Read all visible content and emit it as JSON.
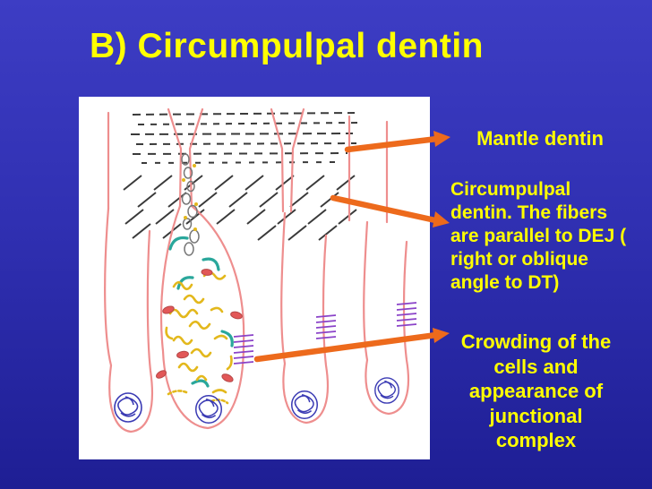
{
  "slide": {
    "title": "B) Circumpulpal dentin"
  },
  "annotations": {
    "mantle": "Mantle dentin",
    "circumpulpal": "Circumpulpal dentin. The fibers are parallel to DEJ ( right or oblique angle to DT)",
    "crowding": "Crowding of the cells and appearance of junctional complex"
  },
  "colors": {
    "bg_top": "#3d3dc4",
    "bg_mid": "#3030b2",
    "bg_bottom": "#1e1e94",
    "title_text": "#ffff00",
    "label_text": "#ffff00",
    "arrow": "#ed6a1c",
    "panel_bg": "#ffffff",
    "sketch_pink": "#ee8e8e",
    "sketch_dark": "#3a3a3a",
    "sketch_yellow": "#e3b81c",
    "sketch_teal": "#2aa79b",
    "sketch_red": "#e25757",
    "sketch_blue": "#3b3bb4",
    "sketch_purple": "#8a42c8"
  }
}
